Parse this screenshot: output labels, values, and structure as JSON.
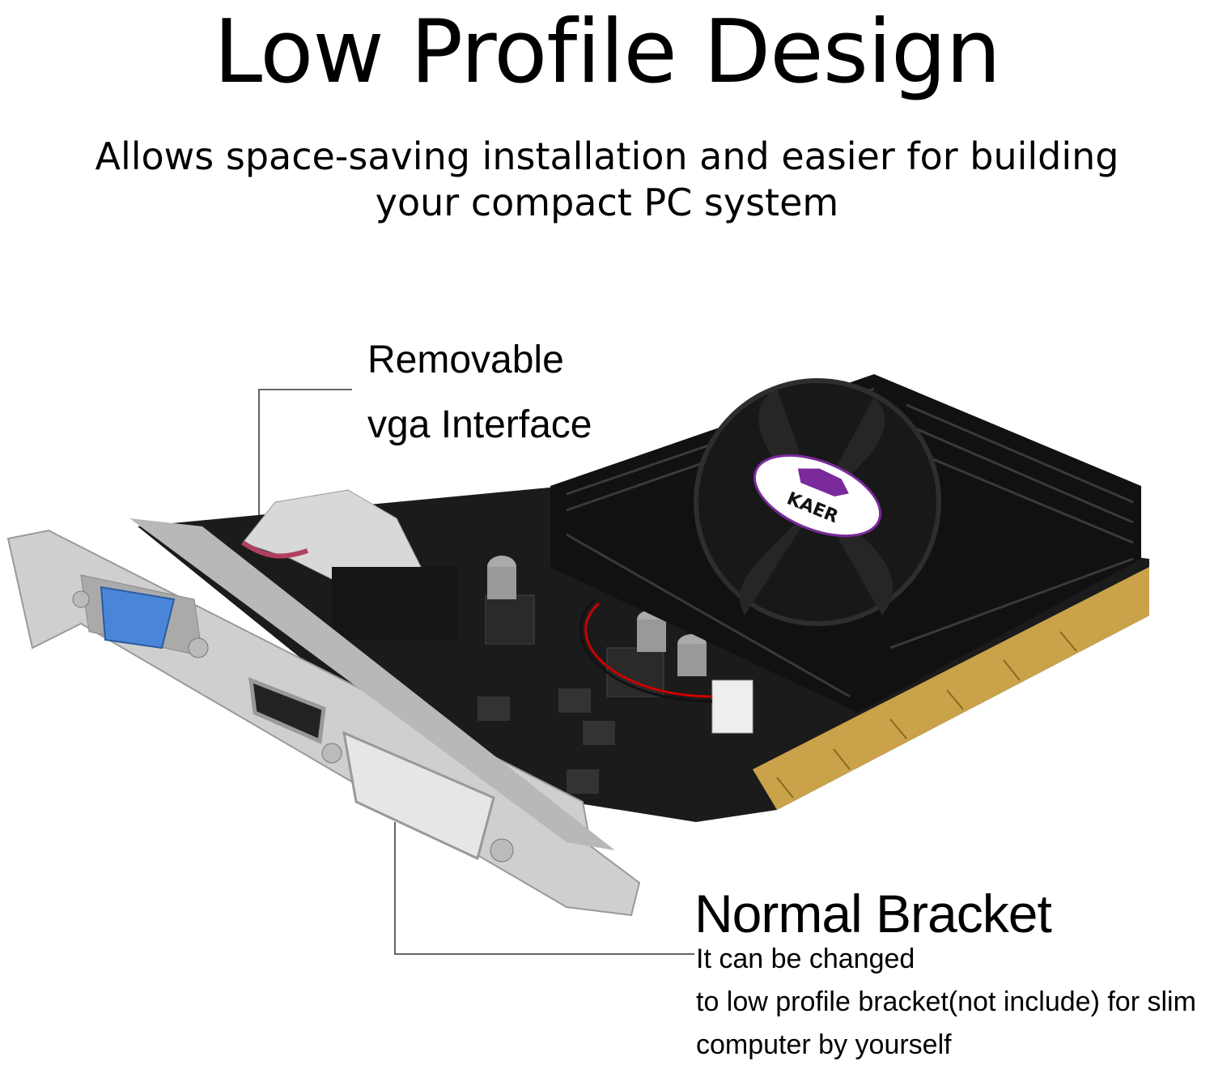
{
  "header": {
    "title": "Low Profile Design",
    "subtitle": "Allows space-saving installation and easier for building your compact PC system"
  },
  "callouts": {
    "vga": {
      "line1": "Removable",
      "line2": "vga Interface"
    },
    "bracket": {
      "title": "Normal Bracket",
      "lines": [
        "It can be changed",
        "to low profile bracket(not include) for slim",
        "computer by yourself"
      ]
    }
  },
  "product": {
    "brand_logo": "KAER",
    "components": [
      "vga-port",
      "hdmi-port",
      "dvi-port",
      "heatsink",
      "fan",
      "pcie-connector"
    ],
    "colors": {
      "pcb": "#1a1a1a",
      "bracket": "#c9c9c9",
      "vga_port": "#4a86d8",
      "logo": "#7a2a9a",
      "gold": "#c9a24a"
    }
  }
}
